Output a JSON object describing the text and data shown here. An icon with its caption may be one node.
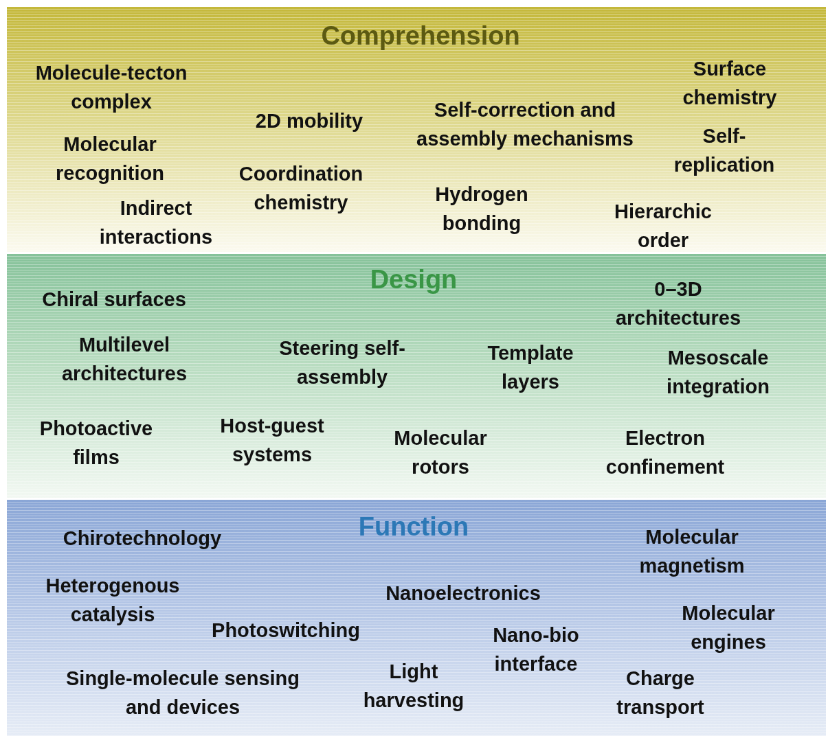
{
  "diagram": {
    "nodes": [
      {
        "text": [
          "Comprehension",
          "Molecule-tecton complex",
          "Molecular recognition",
          "Indirect interactions",
          "2D mobility",
          "Coordination chemistry",
          "Self-correction and assembly mechanisms",
          "Hydrogen bonding",
          "Surface chemistry",
          "Self-replication",
          "Hierarchic order"
        ]
      },
      {
        "text": [
          "Design",
          "Chiral surfaces",
          "Multilevel architectures",
          "Photoactive films",
          "Host-guest systems",
          "Steering self-assembly",
          "Molecular rotors",
          "Template layers",
          "0–3D architectures",
          "Mesoscale integration",
          "Electron confinement"
        ]
      },
      {
        "text": [
          "Function",
          "Chirotechnology",
          "Heterogenous catalysis",
          "Photoswitching",
          "Single-molecule sensing and devices",
          "Nanoelectronics",
          "Light harvesting",
          "Nano-bio interface",
          "Molecular magnetism",
          "Molecular engines",
          "Charge transport"
        ]
      }
    ]
  }
}
